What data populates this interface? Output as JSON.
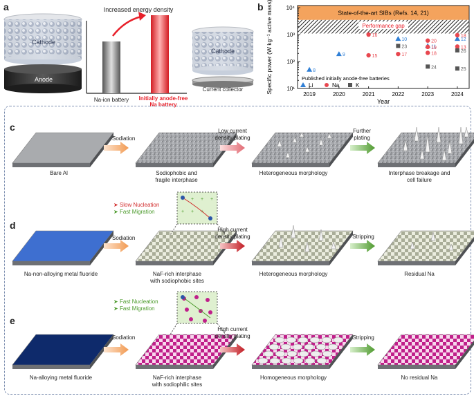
{
  "panel_labels": {
    "a": "a",
    "b": "b",
    "c": "c",
    "d": "d",
    "e": "e"
  },
  "panel_a": {
    "cathode_left": "Cathode",
    "anode": "Anode",
    "arrow_label": "Increased energy density",
    "bar1_label": "Na-ion battery",
    "bar2_label_line1": "Initially anode-free",
    "bar2_label_line2": "Na battery",
    "cathode_right": "Cathode",
    "collector": "Current collector",
    "colors": {
      "accent_red": "#e8202a"
    }
  },
  "chart_data": {
    "type": "scatter",
    "ylabel": "Specific power (W kg⁻¹ active mass)",
    "xlabel": "Year",
    "yscale": "log",
    "ylim": [
      10,
      12000
    ],
    "xlim": [
      2018.6,
      2024.4
    ],
    "x_ticks": [
      "2019",
      "2020",
      "2021",
      "2022",
      "2023",
      "2024"
    ],
    "y_ticks": [
      "10¹",
      "10²",
      "10³",
      "10⁴"
    ],
    "band_label": "State-of-the-art SIBs (Refs. 14, 21)",
    "gap_label": "Performance gap",
    "legend_title": "Published initially anode-free batteries",
    "series": [
      {
        "name": "Li",
        "color": "#2f7fd6",
        "marker": "triangle",
        "points": [
          {
            "x": 2019,
            "y": 50,
            "ref": "8"
          },
          {
            "x": 2020,
            "y": 190,
            "ref": "9"
          },
          {
            "x": 2022,
            "y": 700,
            "ref": "10"
          },
          {
            "x": 2023,
            "y": 380,
            "ref": "11"
          },
          {
            "x": 2024,
            "y": 700,
            "ref": "12"
          }
        ]
      },
      {
        "name": "Na",
        "color": "#e8474f",
        "marker": "circle",
        "points": [
          {
            "x": 2021,
            "y": 170,
            "ref": "15"
          },
          {
            "x": 2021,
            "y": 1000,
            "ref": "16"
          },
          {
            "x": 2022,
            "y": 190,
            "ref": "17"
          },
          {
            "x": 2023,
            "y": 600,
            "ref": "20"
          },
          {
            "x": 2023,
            "y": 350,
            "ref": "19"
          },
          {
            "x": 2023,
            "y": 210,
            "ref": "18"
          },
          {
            "x": 2024,
            "y": 950,
            "ref": "18"
          },
          {
            "x": 2024,
            "y": 360,
            "ref": "13"
          }
        ]
      },
      {
        "name": "K",
        "color": "#555555",
        "marker": "square",
        "points": [
          {
            "x": 2022,
            "y": 380,
            "ref": "23"
          },
          {
            "x": 2023,
            "y": 65,
            "ref": "24"
          },
          {
            "x": 2024,
            "y": 260,
            "ref": "26"
          },
          {
            "x": 2024,
            "y": 55,
            "ref": "25"
          }
        ]
      }
    ]
  },
  "panel_c": {
    "s1": "Bare Al",
    "a1": "Sodiation",
    "s2_l1": "Sodiophobic and",
    "s2_l2": "fragile interphase",
    "a2_l1": "Low current",
    "a2_l2": "density plating",
    "s3": "Heterogeneous morphology",
    "a3_l1": "Further",
    "a3_l2": "plating",
    "s4_l1": "Interphase breakage and",
    "s4_l2": "cell failure"
  },
  "panel_d": {
    "callout_l1": "Slow Nucleation",
    "callout_l2": "Fast Migration",
    "s1": "Na-non-alloying metal fluoride",
    "a1": "Sodiation",
    "s2_l1": "NaF-rich interphase",
    "s2_l2": "with sodiophobic sites",
    "a2_l1": "High current",
    "a2_l2": "density plating",
    "s3": "Heterogeneous morphology",
    "a3": "Stripping",
    "s4": "Residual Na"
  },
  "panel_e": {
    "callout_l1": "Fast Nucleation",
    "callout_l2": "Fast Migration",
    "s1": "Na-alloying metal fluoride",
    "a1": "Sodiation",
    "s2_l1": "NaF-rich interphase",
    "s2_l2": "with sodiophilic sites",
    "a2_l1": "High current",
    "a2_l2": "density plating",
    "s3": "Homogeneous morphology",
    "a3": "Stripping",
    "s4": "No residual Na"
  }
}
